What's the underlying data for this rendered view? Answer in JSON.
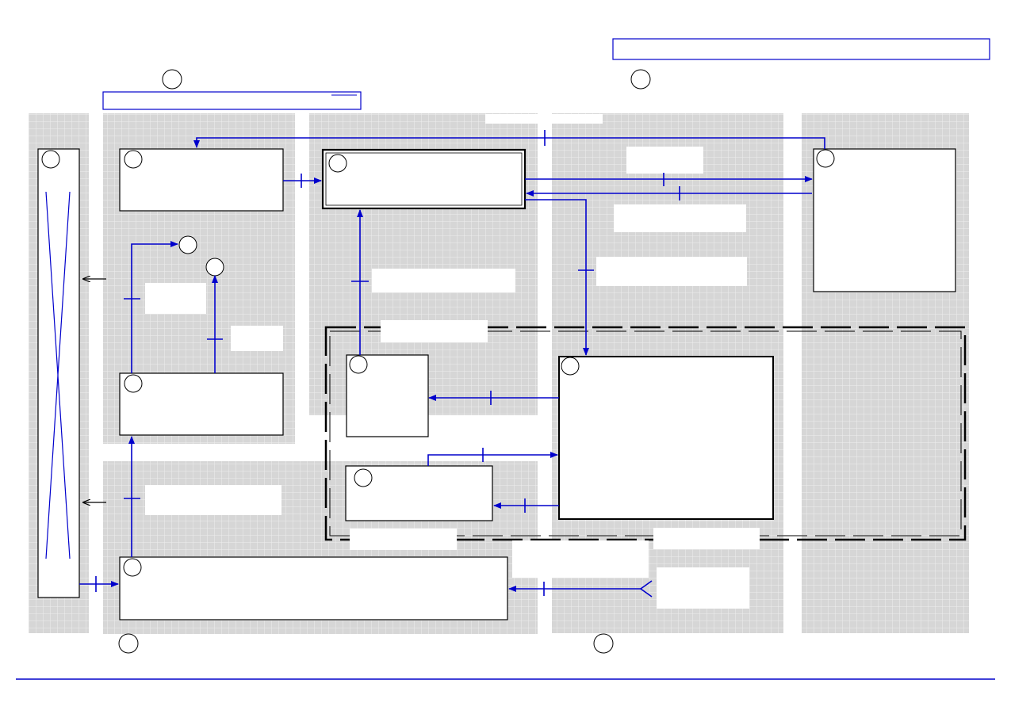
{
  "diagram": {
    "colors": {
      "line": "#0000cc",
      "arrow_black": "#000000",
      "box_border": "#000000",
      "region_fill": "#d9d9d9",
      "label_fill": "#ffffff"
    },
    "title_boxes": [
      {
        "id": "title-box-top-right",
        "text": ""
      },
      {
        "id": "title-box-top-left",
        "text": ""
      }
    ],
    "entity_boxes": [
      {
        "id": "entity-left-tall",
        "text": ""
      },
      {
        "id": "entity-a",
        "text": ""
      },
      {
        "id": "entity-b",
        "text": ""
      },
      {
        "id": "entity-c",
        "text": ""
      },
      {
        "id": "entity-d",
        "text": ""
      },
      {
        "id": "entity-e",
        "text": ""
      },
      {
        "id": "entity-f",
        "text": ""
      },
      {
        "id": "entity-g",
        "text": ""
      },
      {
        "id": "entity-h",
        "text": ""
      }
    ],
    "labels": [
      {
        "id": "label-1",
        "text": ""
      },
      {
        "id": "label-2",
        "text": ""
      },
      {
        "id": "label-3",
        "text": ""
      },
      {
        "id": "label-4",
        "text": ""
      },
      {
        "id": "label-5",
        "text": ""
      },
      {
        "id": "label-6",
        "text": ""
      },
      {
        "id": "label-7",
        "text": ""
      },
      {
        "id": "label-8",
        "text": ""
      },
      {
        "id": "label-9",
        "text": ""
      },
      {
        "id": "label-10",
        "text": ""
      },
      {
        "id": "label-11",
        "text": ""
      },
      {
        "id": "label-12",
        "text": ""
      },
      {
        "id": "label-13",
        "text": ""
      },
      {
        "id": "label-14",
        "text": ""
      }
    ]
  }
}
